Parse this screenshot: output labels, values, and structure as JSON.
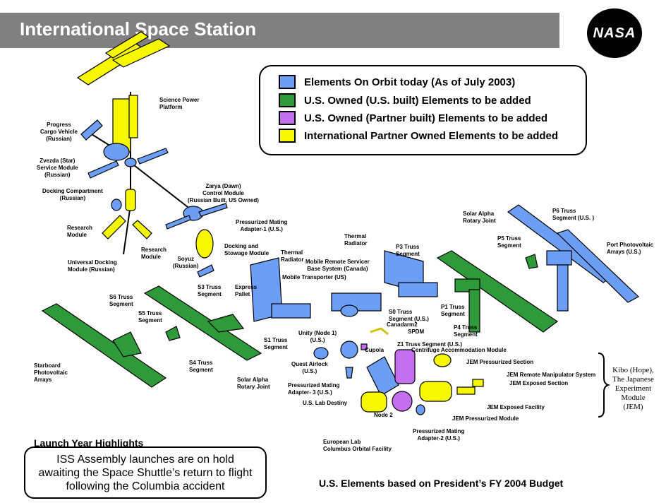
{
  "header": {
    "title": "International Space Station",
    "logo_text": "NASA"
  },
  "legend": [
    {
      "label": "Elements On Orbit today (As of July 2003)",
      "color": "#6d9ef5"
    },
    {
      "label": "U.S. Owned (U.S. built) Elements to be added",
      "color": "#2e9a3a"
    },
    {
      "label": "U.S. Owned (Partner built) Elements to be added",
      "color": "#c46ef0"
    },
    {
      "label": "International Partner Owned Elements to be added",
      "color": "#f7f700"
    }
  ],
  "labels": {
    "spp": "Science Power\nPlatform",
    "progress": "Progress\nCargo Vehicle\n(Russian)",
    "zvezda": "Zvezda (Star)\nService Module\n(Russian)",
    "dock_comp": "Docking Compartment\n(Russian)",
    "research1": "Research\nModule",
    "udm": "Universal Docking\nModule (Russian)",
    "research2": "Research\nModule",
    "zarya": "Zarya (Dawn)\nControl Module\n(Russian Built, US Owned)",
    "pma1": "Pressurized Mating\nAdapter-1 (U.S.)",
    "dsm": "Docking and\nStowage Module",
    "soyuz": "Soyuz\n(Russian)",
    "thermal1": "Thermal\nRadiator",
    "s3": "S3 Truss\nSegment",
    "express": "Express\nPallet",
    "s6": "S6 Truss\nSegment",
    "s5": "S5 Truss\nSegment",
    "thermal2": "Thermal\nRadiator",
    "mbs": "Mobile Remote Servicer\nBase System (Canada)",
    "mt": "Mobile Transporter (US)",
    "p3": "P3 Truss\nSegment",
    "sarj_port": "Solar Alpha\nRotary Joint",
    "p6": "P6 Truss\nSegment (U.S. )",
    "p5": "P5 Truss\nSegment",
    "port_pv": "Port Photovoltaic\nArrays (U.S.)",
    "p1": "P1 Truss\nSegment",
    "s0": "S0 Truss\nSegment (U.S.)",
    "canadarm2": "Canadarm2",
    "spdm": "SPDM",
    "p4": "P4 Truss\nSegment",
    "s1": "S1 Truss\nSegment",
    "unity": "Unity (Node 1)\n(U.S.)",
    "cupola": "Cupola",
    "z1": "Z1 Truss Segment (U.S.)",
    "cam": "Centrifuge Accommodation Module",
    "stbd_pv": "Starboard\nPhotovoltaic\nArrays",
    "s4": "S4 Truss\nSegment",
    "sarj_stbd": "Solar Alpha\nRotary Joint",
    "quest": "Quest Airlock\n(U.S.)",
    "jem_ps": "JEM Pressurized Section",
    "jem_rms": "JEM Remote Manipulator System",
    "jem_es": "JEM Exposed Section",
    "pma3": "Pressurized Mating\nAdapter- 3 (U.S.)",
    "destiny": "U.S. Lab Destiny",
    "jem_ef": "JEM Exposed Facility",
    "node2": "Node 2",
    "jem_pm": "JEM Pressurized Module",
    "pma2": "Pressurized Mating\nAdapter-2 (U.S.)",
    "columbus": "European Lab\nColumbus Orbital Facility"
  },
  "kibo": "Kibo (Hope),\nThe Japanese\nExperiment\nModule\n(JEM)",
  "launch": {
    "title": "Launch Year Highlights",
    "notice": "ISS Assembly launches are on hold\nawaiting the Space Shuttle’s return to flight\nfollowing the Columbia accident"
  },
  "footer": "U.S. Elements based on President’s FY 2004 Budget"
}
